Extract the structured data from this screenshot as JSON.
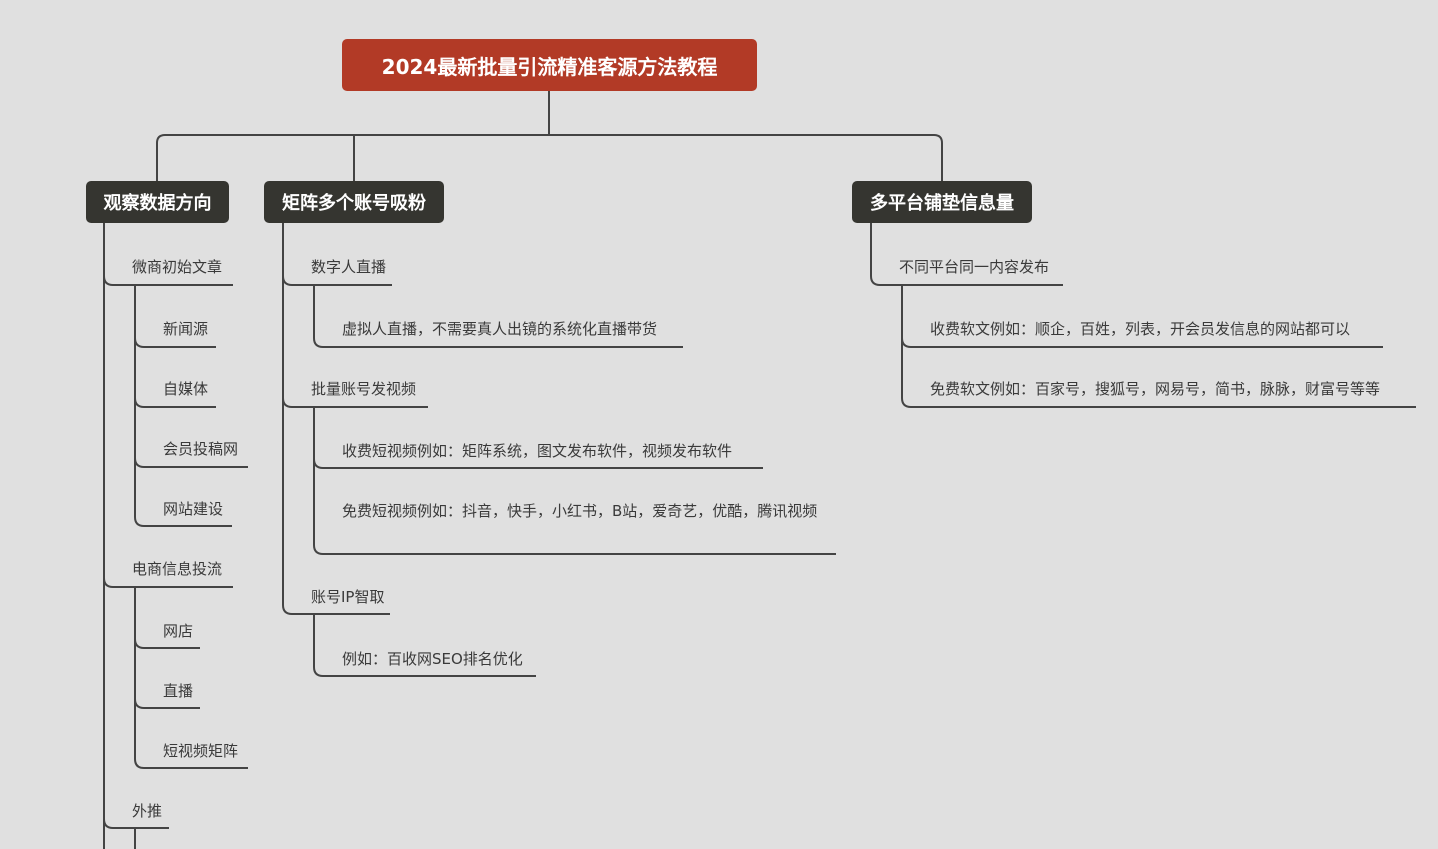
{
  "mindmap": {
    "root": "2024最新批量引流精准客源方法教程",
    "branches": [
      {
        "label": "观察数据方向",
        "children": [
          {
            "label": "微商初始文章",
            "children": [
              "新闻源",
              "自媒体",
              "会员投稿网",
              "网站建设"
            ]
          },
          {
            "label": "电商信息投流",
            "children": [
              "网店",
              "直播",
              "短视频矩阵"
            ]
          },
          {
            "label": "外推",
            "children": []
          }
        ]
      },
      {
        "label": "矩阵多个账号吸粉",
        "children": [
          {
            "label": "数字人直播",
            "children": [
              "虚拟人直播，不需要真人出镜的系统化直播带货"
            ]
          },
          {
            "label": "批量账号发视频",
            "children": [
              "收费短视频例如：矩阵系统，图文发布软件，视频发布软件",
              "免费短视频例如：抖音，快手，小红书，B站，爱奇艺，优酷，腾讯视频"
            ]
          },
          {
            "label": "账号IP智取",
            "children": [
              "例如：百收网SEO排名优化"
            ]
          }
        ]
      },
      {
        "label": "多平台铺垫信息量",
        "children": [
          {
            "label": "不同平台同一内容发布",
            "children": [
              "收费软文例如：顺企，百姓，列表，开会员发信息的网站都可以",
              "免费软文例如：百家号，搜狐号，网易号，简书，脉脉，财富号等等"
            ]
          }
        ]
      }
    ]
  }
}
